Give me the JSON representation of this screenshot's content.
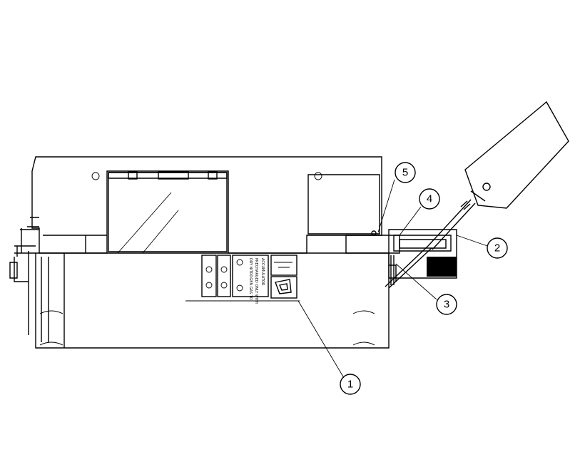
{
  "callouts": [
    {
      "id": "1",
      "label": "1"
    },
    {
      "id": "2",
      "label": "2"
    },
    {
      "id": "3",
      "label": "3"
    },
    {
      "id": "4",
      "label": "4"
    },
    {
      "id": "5",
      "label": "5"
    }
  ],
  "label_plate": {
    "line1": "ACCUMULATOR",
    "line2": "PRECHARGED ONLY WITH",
    "line3": "DRY NITROGEN GAS TO"
  },
  "colors": {
    "ink": "#000000",
    "paper": "#ffffff"
  }
}
